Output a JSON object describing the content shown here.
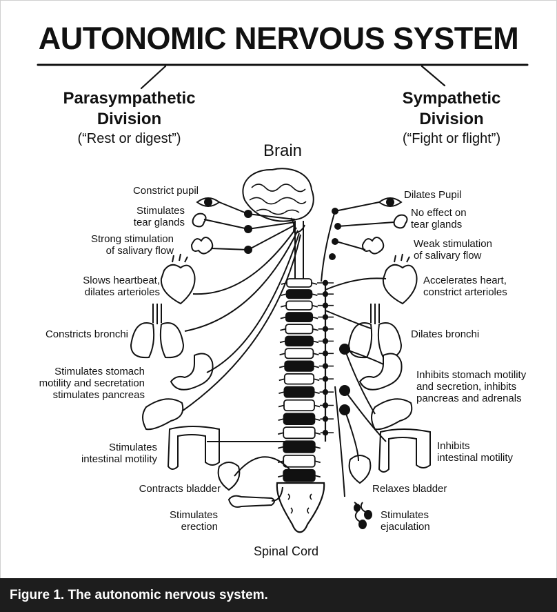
{
  "title": "AUTONOMIC NERVOUS SYSTEM",
  "parasympathetic": {
    "heading_line1": "Parasympathetic",
    "heading_line2": "Division",
    "subtitle": "(“Rest or digest”)",
    "labels": [
      [
        "Constrict pupil"
      ],
      [
        "Stimulates",
        "tear glands"
      ],
      [
        "Strong stimulation",
        "of salivary flow"
      ],
      [
        "Slows heartbeat,",
        "dilates arterioles"
      ],
      [
        "Constricts bronchi"
      ],
      [
        "Stimulates stomach",
        "motility and secretation",
        "stimulates pancreas"
      ],
      [
        "Stimulates",
        "intestinal motility"
      ],
      [
        "Contracts bladder"
      ],
      [
        "Stimulates",
        "erection"
      ]
    ]
  },
  "sympathetic": {
    "heading_line1": "Sympathetic",
    "heading_line2": "Division",
    "subtitle": "(“Fight or flight”)",
    "labels": [
      [
        "Dilates Pupil"
      ],
      [
        "No effect on",
        "tear glands"
      ],
      [
        "Weak stimulation",
        "of salivary flow"
      ],
      [
        "Accelerates heart,",
        "constrict arterioles"
      ],
      [
        "Dilates bronchi"
      ],
      [
        "Inhibits stomach motility",
        "and secretion, inhibits",
        "pancreas and adrenals"
      ],
      [
        "Inhibits",
        "intestinal motility"
      ],
      [
        "Relaxes bladder"
      ],
      [
        "Stimulates",
        "ejaculation"
      ]
    ]
  },
  "brain_label": "Brain",
  "spinal_cord_label": "Spinal Cord",
  "caption": "Figure 1. The autonomic nervous system.",
  "colors": {
    "ink": "#111111",
    "caption_bg": "#1d1d1d",
    "caption_text": "#ffffff"
  },
  "icons": [
    "brain-icon",
    "eye-icon",
    "tear-gland-icon",
    "salivary-gland-icon",
    "heart-icon",
    "lungs-icon",
    "stomach-icon",
    "pancreas-icon",
    "intestine-icon",
    "bladder-icon",
    "penis-icon",
    "sperm-icon",
    "spinal-cord-icon"
  ]
}
